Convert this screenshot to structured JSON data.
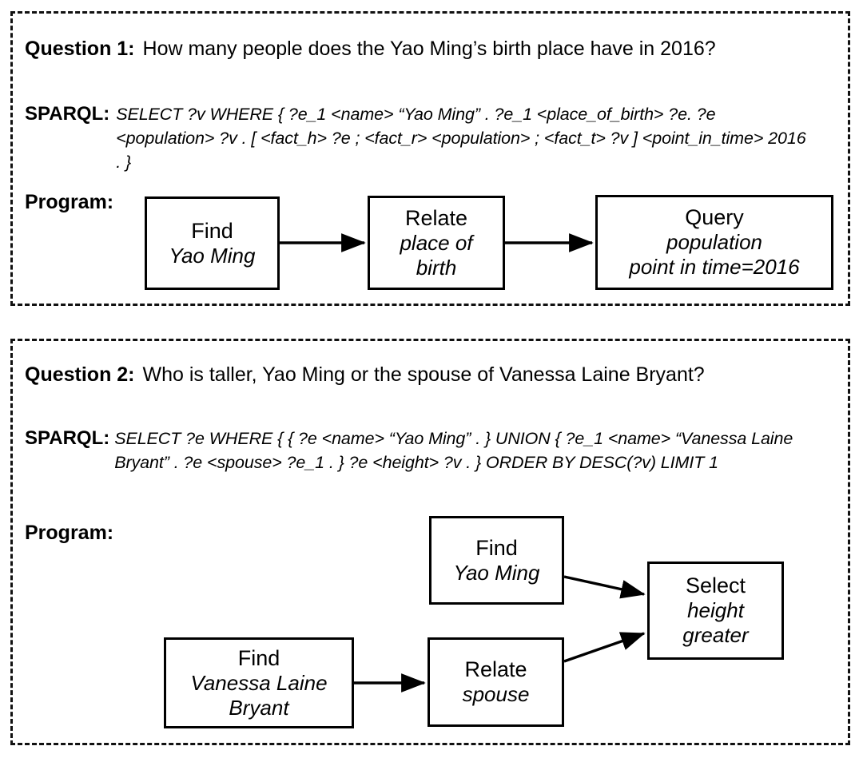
{
  "panels": [
    {
      "question_label": "Question 1:",
      "question_text": "How many people does the Yao Ming’s birth place have in 2016?",
      "sparql_label": "SPARQL:",
      "sparql_text": "SELECT ?v WHERE { ?e_1 <name> “Yao Ming” . ?e_1 <place_of_birth> ?e. ?e <population> ?v . [ <fact_h> ?e ; <fact_r> <population> ; <fact_t> ?v ] <point_in_time> 2016 . }",
      "program_label": "Program:",
      "nodes": [
        {
          "op": "Find",
          "args": [
            "Yao Ming"
          ]
        },
        {
          "op": "Relate",
          "args": [
            "place of",
            "birth"
          ]
        },
        {
          "op": "Query",
          "args": [
            "population",
            "point in time=2016"
          ]
        }
      ]
    },
    {
      "question_label": "Question 2:",
      "question_text": "Who is taller, Yao Ming or the spouse of Vanessa Laine Bryant?",
      "sparql_label": "SPARQL:",
      "sparql_text": "SELECT ?e WHERE { { ?e <name> “Yao Ming” . } UNION { ?e_1 <name> “Vanessa Laine Bryant” . ?e <spouse> ?e_1 . } ?e <height> ?v . } ORDER BY DESC(?v) LIMIT 1",
      "program_label": "Program:",
      "nodes": [
        {
          "op": "Find",
          "args": [
            "Yao Ming"
          ]
        },
        {
          "op": "Select",
          "args": [
            "height",
            "greater"
          ]
        },
        {
          "op": "Find",
          "args": [
            "Vanessa Laine",
            "Bryant"
          ]
        },
        {
          "op": "Relate",
          "args": [
            "spouse"
          ]
        }
      ]
    }
  ],
  "colors": {
    "ink": "#000000",
    "panel_border": "#111111",
    "background": "#ffffff"
  }
}
